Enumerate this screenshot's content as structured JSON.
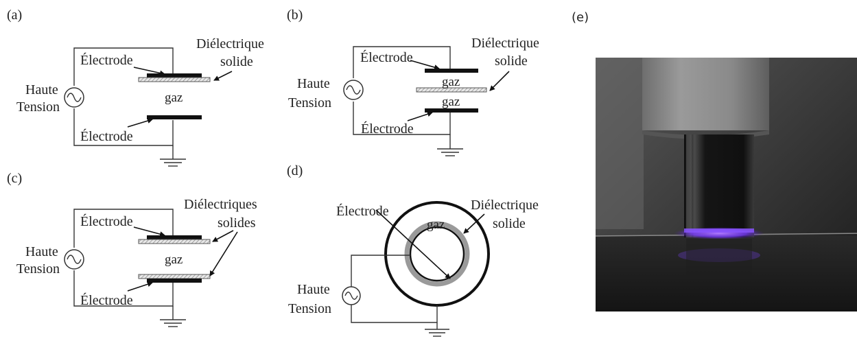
{
  "panels": {
    "a": {
      "label": "(a)",
      "electrode_top": "Électrode",
      "electrode_bottom": "Électrode",
      "dielectric_line1": "Diélectrique",
      "dielectric_line2": "solide",
      "gas": "gaz",
      "hv_line1": "Haute",
      "hv_line2": "Tension"
    },
    "b": {
      "label": "(b)",
      "electrode_top": "Électrode",
      "electrode_bottom": "Électrode",
      "dielectric_line1": "Diélectrique",
      "dielectric_line2": "solide",
      "gas_top": "gaz",
      "gas_bottom": "gaz",
      "hv_line1": "Haute",
      "hv_line2": "Tension"
    },
    "c": {
      "label": "(c)",
      "electrode_top": "Électrode",
      "electrode_bottom": "Électrode",
      "dielectric_line1": "Diélectriques",
      "dielectric_line2": "solides",
      "gas": "gaz",
      "hv_line1": "Haute",
      "hv_line2": "Tension"
    },
    "d": {
      "label": "(d)",
      "electrode": "Électrode",
      "dielectric_line1": "Diélectrique",
      "dielectric_line2": "solide",
      "gas": "gaz",
      "hv_line1": "Haute",
      "hv_line2": "Tension"
    },
    "e": {
      "label": "(e)",
      "glow_color": "#7a3cff"
    }
  },
  "colors": {
    "ink": "#222222",
    "dielectric_gray": "#9a9a9a"
  }
}
